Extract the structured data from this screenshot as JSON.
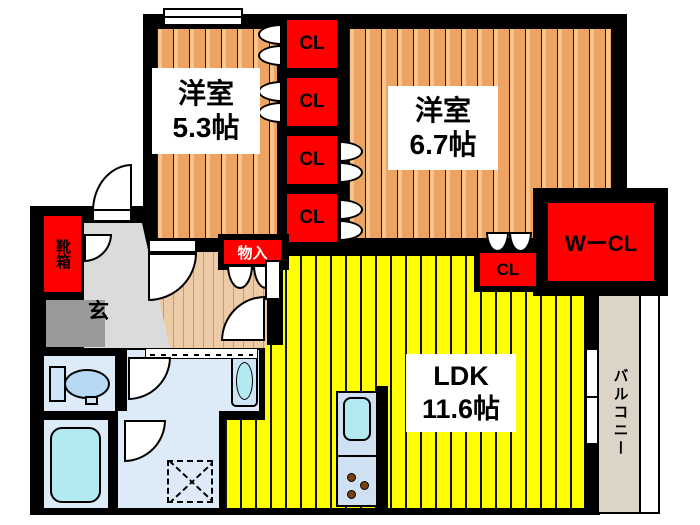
{
  "plan": {
    "bedroom_small": {
      "name": "洋室",
      "size": "5.3帖"
    },
    "bedroom_large": {
      "name": "洋室",
      "size": "6.7帖"
    },
    "ldk": {
      "name": "LDK",
      "size": "11.6帖"
    },
    "closets": [
      {
        "label": "CL"
      },
      {
        "label": "CL"
      },
      {
        "label": "CL"
      },
      {
        "label": "CL"
      }
    ],
    "closet_hall": {
      "label": "CL"
    },
    "walk_in_closet": {
      "label": "WーCL"
    },
    "storage": {
      "label": "物入"
    },
    "shoe_box": {
      "label": "靴箱"
    },
    "entrance": {
      "label": "玄"
    },
    "balcony": {
      "label": "バルコニー"
    }
  },
  "colors": {
    "wall": "#000000",
    "closet_red": "#ff0000",
    "bedroom_floor": "#f1ab68",
    "ldk_floor": "#ffff00",
    "hall_floor": "#edcba6",
    "entrance_gray": "#dbdbdb",
    "step_gray": "#9a9a9a",
    "wet_room_blue": "#dcebf7",
    "fixture_blue": "#b3eaf2",
    "balcony_beige": "#dcd4c6"
  }
}
